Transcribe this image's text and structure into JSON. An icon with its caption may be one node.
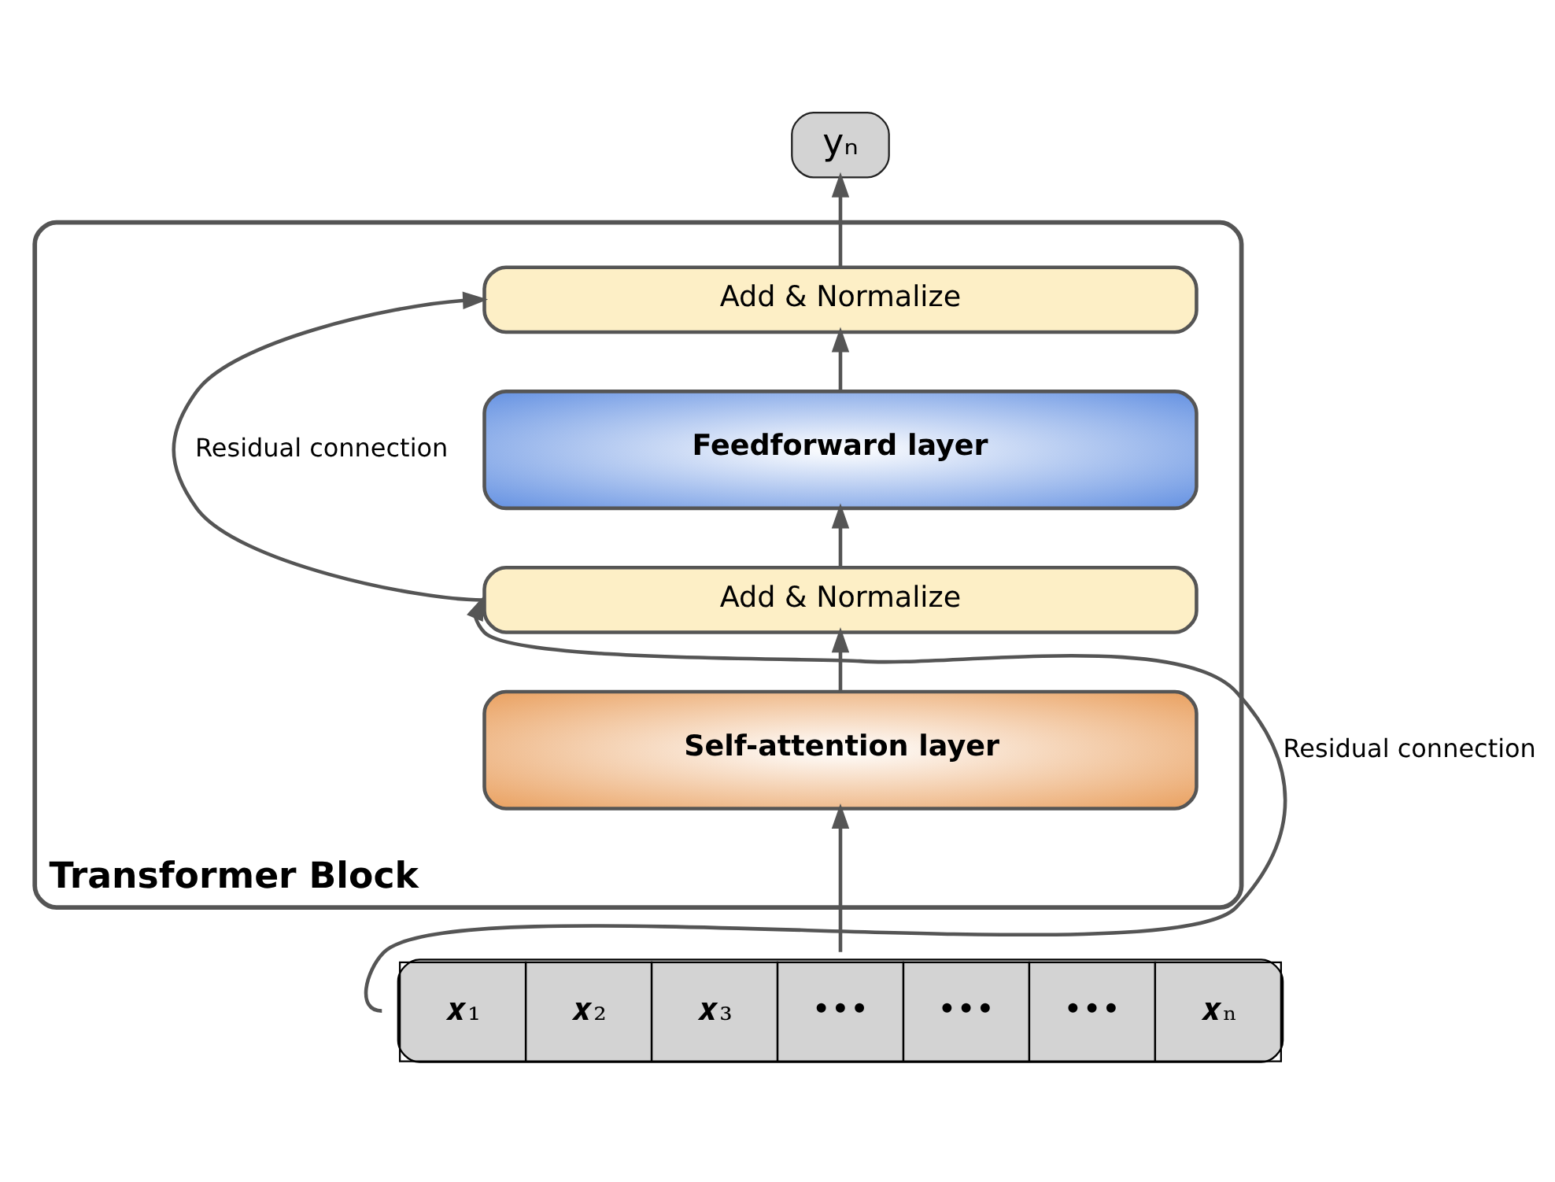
{
  "diagram": {
    "nodes": [
      {
        "text": [
          "Transformer Block"
        ]
      },
      {
        "text": [
          "Add & Normalize"
        ],
        "in": 0
      },
      {
        "text": [
          "Feedforward layer"
        ],
        "in": 0
      },
      {
        "text": [
          "Add & Normalize"
        ],
        "in": 0
      },
      {
        "text": [
          "Self-attention layer"
        ],
        "in": 0
      },
      {
        "text": [
          "yₙ"
        ]
      },
      {
        "text": [
          "𝒙₁",
          "𝒙₂",
          "𝒙₃",
          "•••",
          "•••",
          "•••",
          "𝒙ₙ"
        ]
      }
    ],
    "edges": [
      {
        "from": 6,
        "to": 4,
        "arrow": "to"
      },
      {
        "from": 6,
        "to": 3,
        "arrow": "to",
        "label": "Residual connection"
      },
      {
        "from": 4,
        "to": 3,
        "arrow": "to"
      },
      {
        "from": 3,
        "to": 2,
        "arrow": "to"
      },
      {
        "from": 3,
        "to": 1,
        "arrow": "to",
        "label": "Residual connection"
      },
      {
        "from": 2,
        "to": 1,
        "arrow": "to"
      },
      {
        "from": 1,
        "to": 5,
        "arrow": "to"
      }
    ]
  }
}
